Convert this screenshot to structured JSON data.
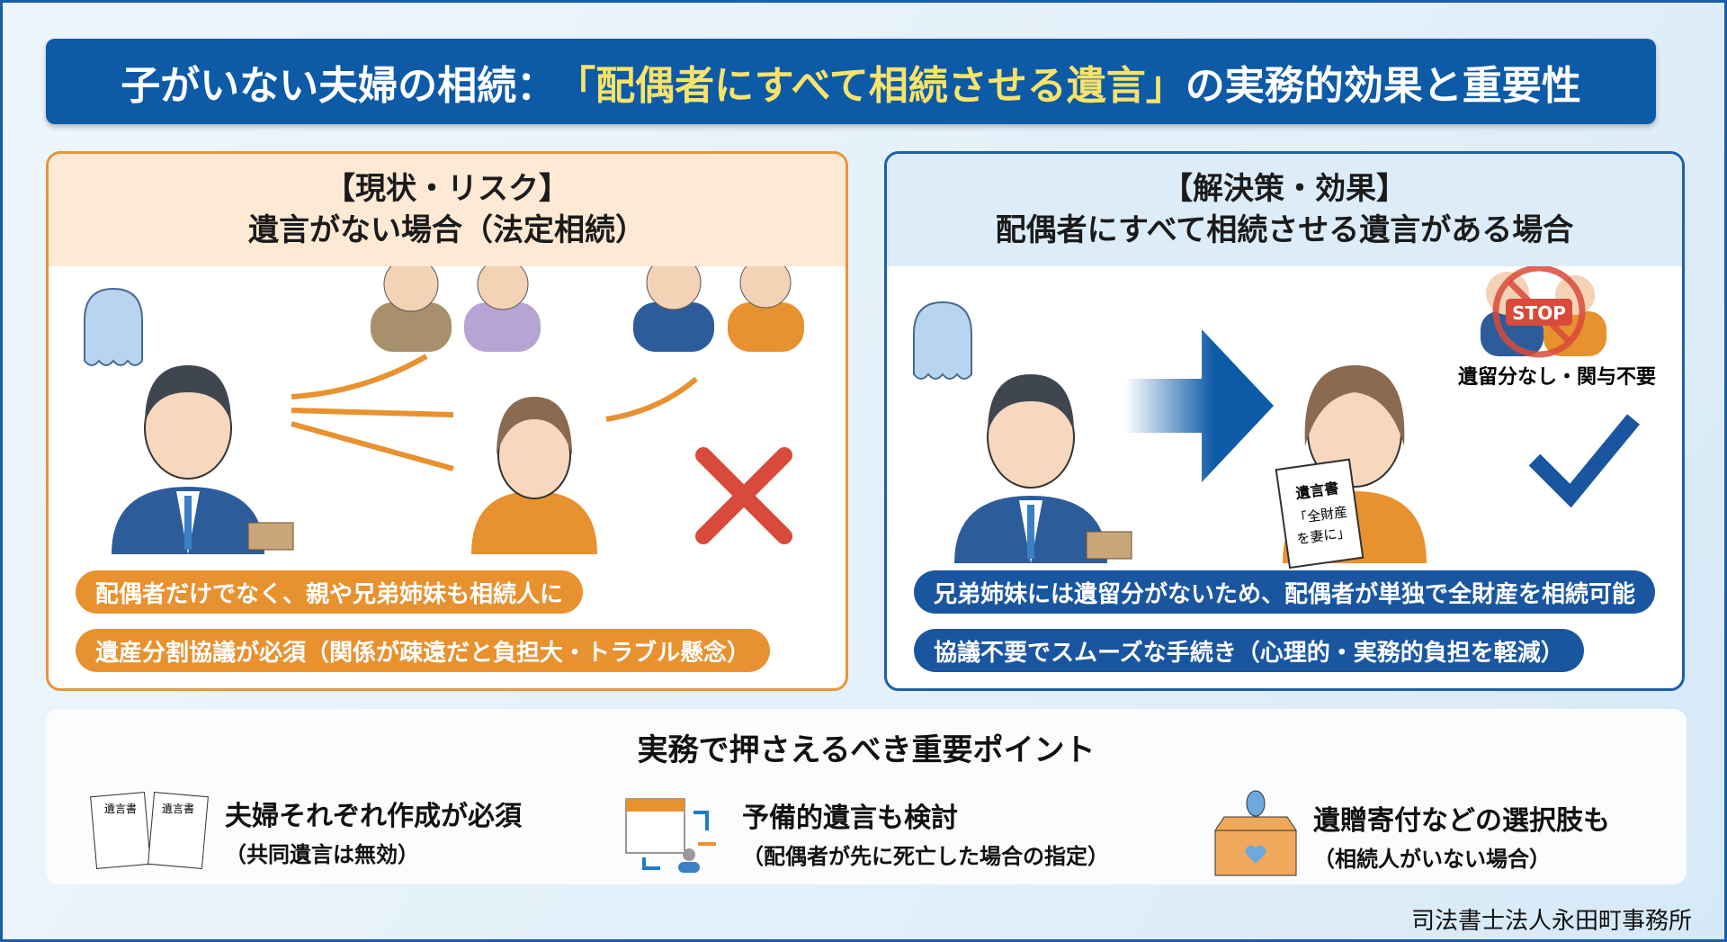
{
  "title": {
    "part1": "子がいない夫婦の相続：",
    "highlight": "「配偶者にすべて相続させる遺言」",
    "part2": "の実務的効果と重要性"
  },
  "left": {
    "heading1": "【現状・リスク】",
    "heading2": "遺言がない場合（法定相続）",
    "points": [
      "配偶者だけでなく、親や兄弟姉妹も相続人に",
      "遺産分割協議が必須（関係が疎遠だと負担大・トラブル懸念）"
    ]
  },
  "right": {
    "heading1": "【解決策・効果】",
    "heading2": "配偶者にすべて相続させる遺言がある場合",
    "stop_label": "STOP",
    "stop_caption": "遺留分なし・関与不要",
    "will_doc": {
      "title": "遺言書",
      "line1": "「全財産",
      "line2": "を妻に」"
    },
    "points": [
      "兄弟姉妹には遺留分がないため、配偶者が単独で全財産を相続可能",
      "協議不要でスムーズな手続き（心理的・実務的負担を軽減）"
    ]
  },
  "bottom": {
    "title": "実務で押さえるべき重要ポイント",
    "doc_label": "遺言書",
    "items": [
      {
        "main": "夫婦それぞれ作成が必須",
        "sub": "（共同遺言は無効）"
      },
      {
        "main": "予備的遺言も検討",
        "sub": "（配偶者が先に死亡した場合の指定）"
      },
      {
        "main": "遺贈寄付などの選択肢も",
        "sub": "（相続人がいない場合）"
      }
    ]
  },
  "credit": "司法書士法人永田町事務所",
  "colors": {
    "navy": "#0d5aa7",
    "orange": "#e8912f",
    "yellow": "#f7e36a"
  }
}
